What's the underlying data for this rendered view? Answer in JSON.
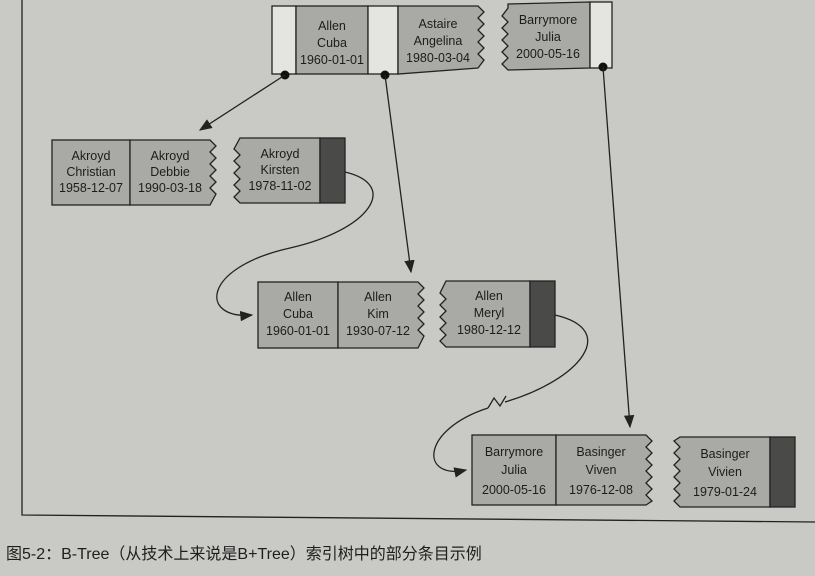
{
  "root": {
    "keys": [
      {
        "last": "Allen",
        "first": "Cuba",
        "date": "1960-01-01"
      },
      {
        "last": "Astaire",
        "first": "Angelina",
        "date": "1980-03-04"
      },
      {
        "last": "Barrymore",
        "first": "Julia",
        "date": "2000-05-16"
      }
    ]
  },
  "level2": {
    "keys": [
      {
        "last": "Akroyd",
        "first": "Christian",
        "date": "1958-12-07"
      },
      {
        "last": "Akroyd",
        "first": "Debbie",
        "date": "1990-03-18"
      },
      {
        "last": "Akroyd",
        "first": "Kirsten",
        "date": "1978-11-02"
      }
    ]
  },
  "leaf_allen": {
    "keys": [
      {
        "last": "Allen",
        "first": "Cuba",
        "date": "1960-01-01"
      },
      {
        "last": "Allen",
        "first": "Kim",
        "date": "1930-07-12"
      },
      {
        "last": "Allen",
        "first": "Meryl",
        "date": "1980-12-12"
      }
    ]
  },
  "leaf_barrymore": {
    "keys": [
      {
        "last": "Barrymore",
        "first": "Julia",
        "date": "2000-05-16"
      },
      {
        "last": "Basinger",
        "first": "Viven",
        "date": "1976-12-08"
      },
      {
        "last": "Basinger",
        "first": "Vivien",
        "date": "1979-01-24"
      }
    ]
  },
  "caption": "图5-2：B-Tree（从技术上来说是B+Tree）索引树中的部分条目示例"
}
